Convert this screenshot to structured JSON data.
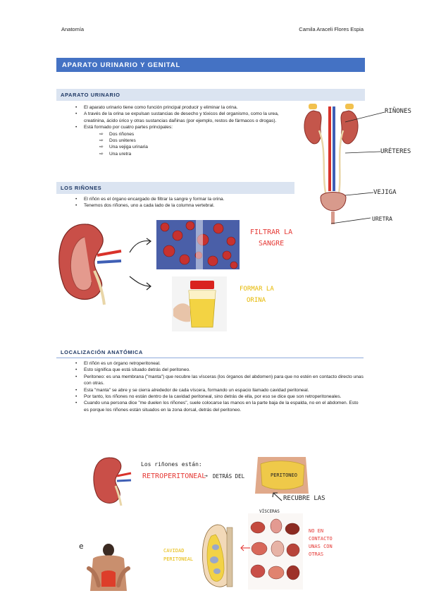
{
  "header": {
    "left": "Anatomía",
    "right": "Camila Araceli Flores Espia"
  },
  "main_title": "APARATO URINARIO Y GENITAL",
  "section1": {
    "title": "APARATO URINARIO",
    "bullets": [
      "El aparato urinario tiene como función principal producir y eliminar la orina.",
      "A través de la orina se expulsan sustancias de desecho y tóxicos del organismo, como la urea, creatinina, ácido úrico y otras sustancias dañinas (por ejemplo, restos de fármacos o drogas).",
      "Está formado por cuatro partes principales:"
    ],
    "parts": [
      "Dos riñones",
      "Dos uréteres",
      "Una vejiga urinaria",
      "Una uretra"
    ],
    "diagram_labels": {
      "kidneys": "RIÑONES",
      "ureters": "URÉTERES",
      "bladder": "VEJIGA",
      "urethra": "URETRA"
    }
  },
  "section2": {
    "title": "LOS RIÑONES",
    "bullets": [
      "El riñón es el órgano encargado de filtrar la sangre y formar la orina.",
      "Tenemos dos riñones, uno a cada lado de la columna vertebral."
    ],
    "note_filter": [
      "FILTRAR LA",
      "SANGRE"
    ],
    "note_urine": [
      "FORMAR LA",
      "ORINA"
    ]
  },
  "section3": {
    "title": "LOCALIZACIÓN ANATÓMICA",
    "bullets": [
      "El riñón es un órgano retroperitoneal.",
      "Esto significa que está situado detrás del peritoneo.",
      "Peritoneo: es una membrana (\"manta\") que recubre las vísceras (los órganos del abdomen) para que no estén en contacto directo unas con otras.",
      "Esta \"manta\" se abre y se cierra alrededor de cada víscera, formando un espacio llamado cavidad peritoneal.",
      "Por tanto, los riñones no están dentro de la cavidad peritoneal, sino detrás de ella, por eso se dice que son retroperitoneales.",
      "Cuando una persona dice \"me duelen los riñones\", suele colocarse las manos en la parte baja de la espalda, no en el abdomen. Esto es porque los riñones están situados en la zona dorsal, detrás del peritoneo."
    ],
    "notes": {
      "kidneys_are": "Los riñones están:",
      "retro": "RETROPERITONEAL",
      "behind": "DETRÁS DEL",
      "peritoneum": "PERITONEO",
      "covers": "RECUBRE LAS",
      "visceras": "VÍSCERAS",
      "cavity": [
        "CAVIDAD",
        "PERITONEAL"
      ],
      "not_contact": [
        "NO EN",
        "CONTACTO",
        "UNAS CON",
        "OTRAS"
      ],
      "example": "ej:"
    }
  },
  "colors": {
    "title_bar": "#4472c4",
    "section_bg": "#dbe4f1",
    "kidney": "#c4564b",
    "note_red": "#e53935",
    "note_yellow": "#e6b800"
  }
}
